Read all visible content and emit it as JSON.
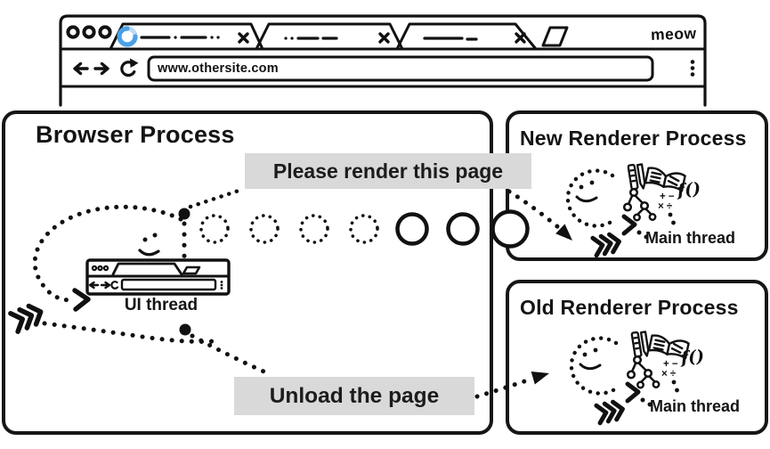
{
  "window": {
    "brand": "meow",
    "url": "www.othersite.com"
  },
  "messages": {
    "render": "Please render this page",
    "unload": "Unload the page"
  },
  "processes": {
    "browser": {
      "title": "Browser Process",
      "thread": "UI thread"
    },
    "new_renderer": {
      "title": "New Renderer Process",
      "thread": "Main thread"
    },
    "old_renderer": {
      "title": "Old Renderer Process",
      "thread": "Main thread"
    }
  },
  "glyphs": {
    "math_top": "+ −",
    "math_bottom": "× ÷",
    "func": "f()"
  },
  "colors": {
    "ink": "#111111",
    "label_bg": "#d9d9d9",
    "spinner_blue": "#4aa0e8",
    "spinner_light": "#bcd9f4"
  }
}
